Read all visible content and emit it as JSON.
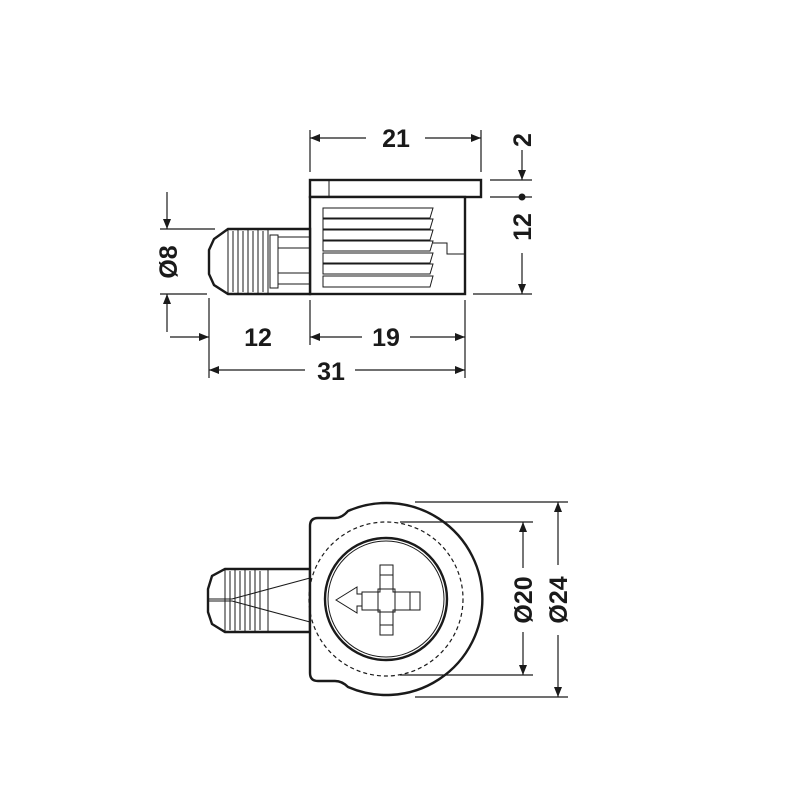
{
  "drawing": {
    "side_view": {
      "dimensions": {
        "cap_width": "21",
        "cap_thickness": "2",
        "body_height": "12",
        "dowel_diameter": "Ø8",
        "dowel_length": "12",
        "body_length": "19",
        "overall_length": "31"
      }
    },
    "top_view": {
      "dimensions": {
        "inner_diameter": "Ø20",
        "outer_diameter": "Ø24"
      }
    }
  }
}
